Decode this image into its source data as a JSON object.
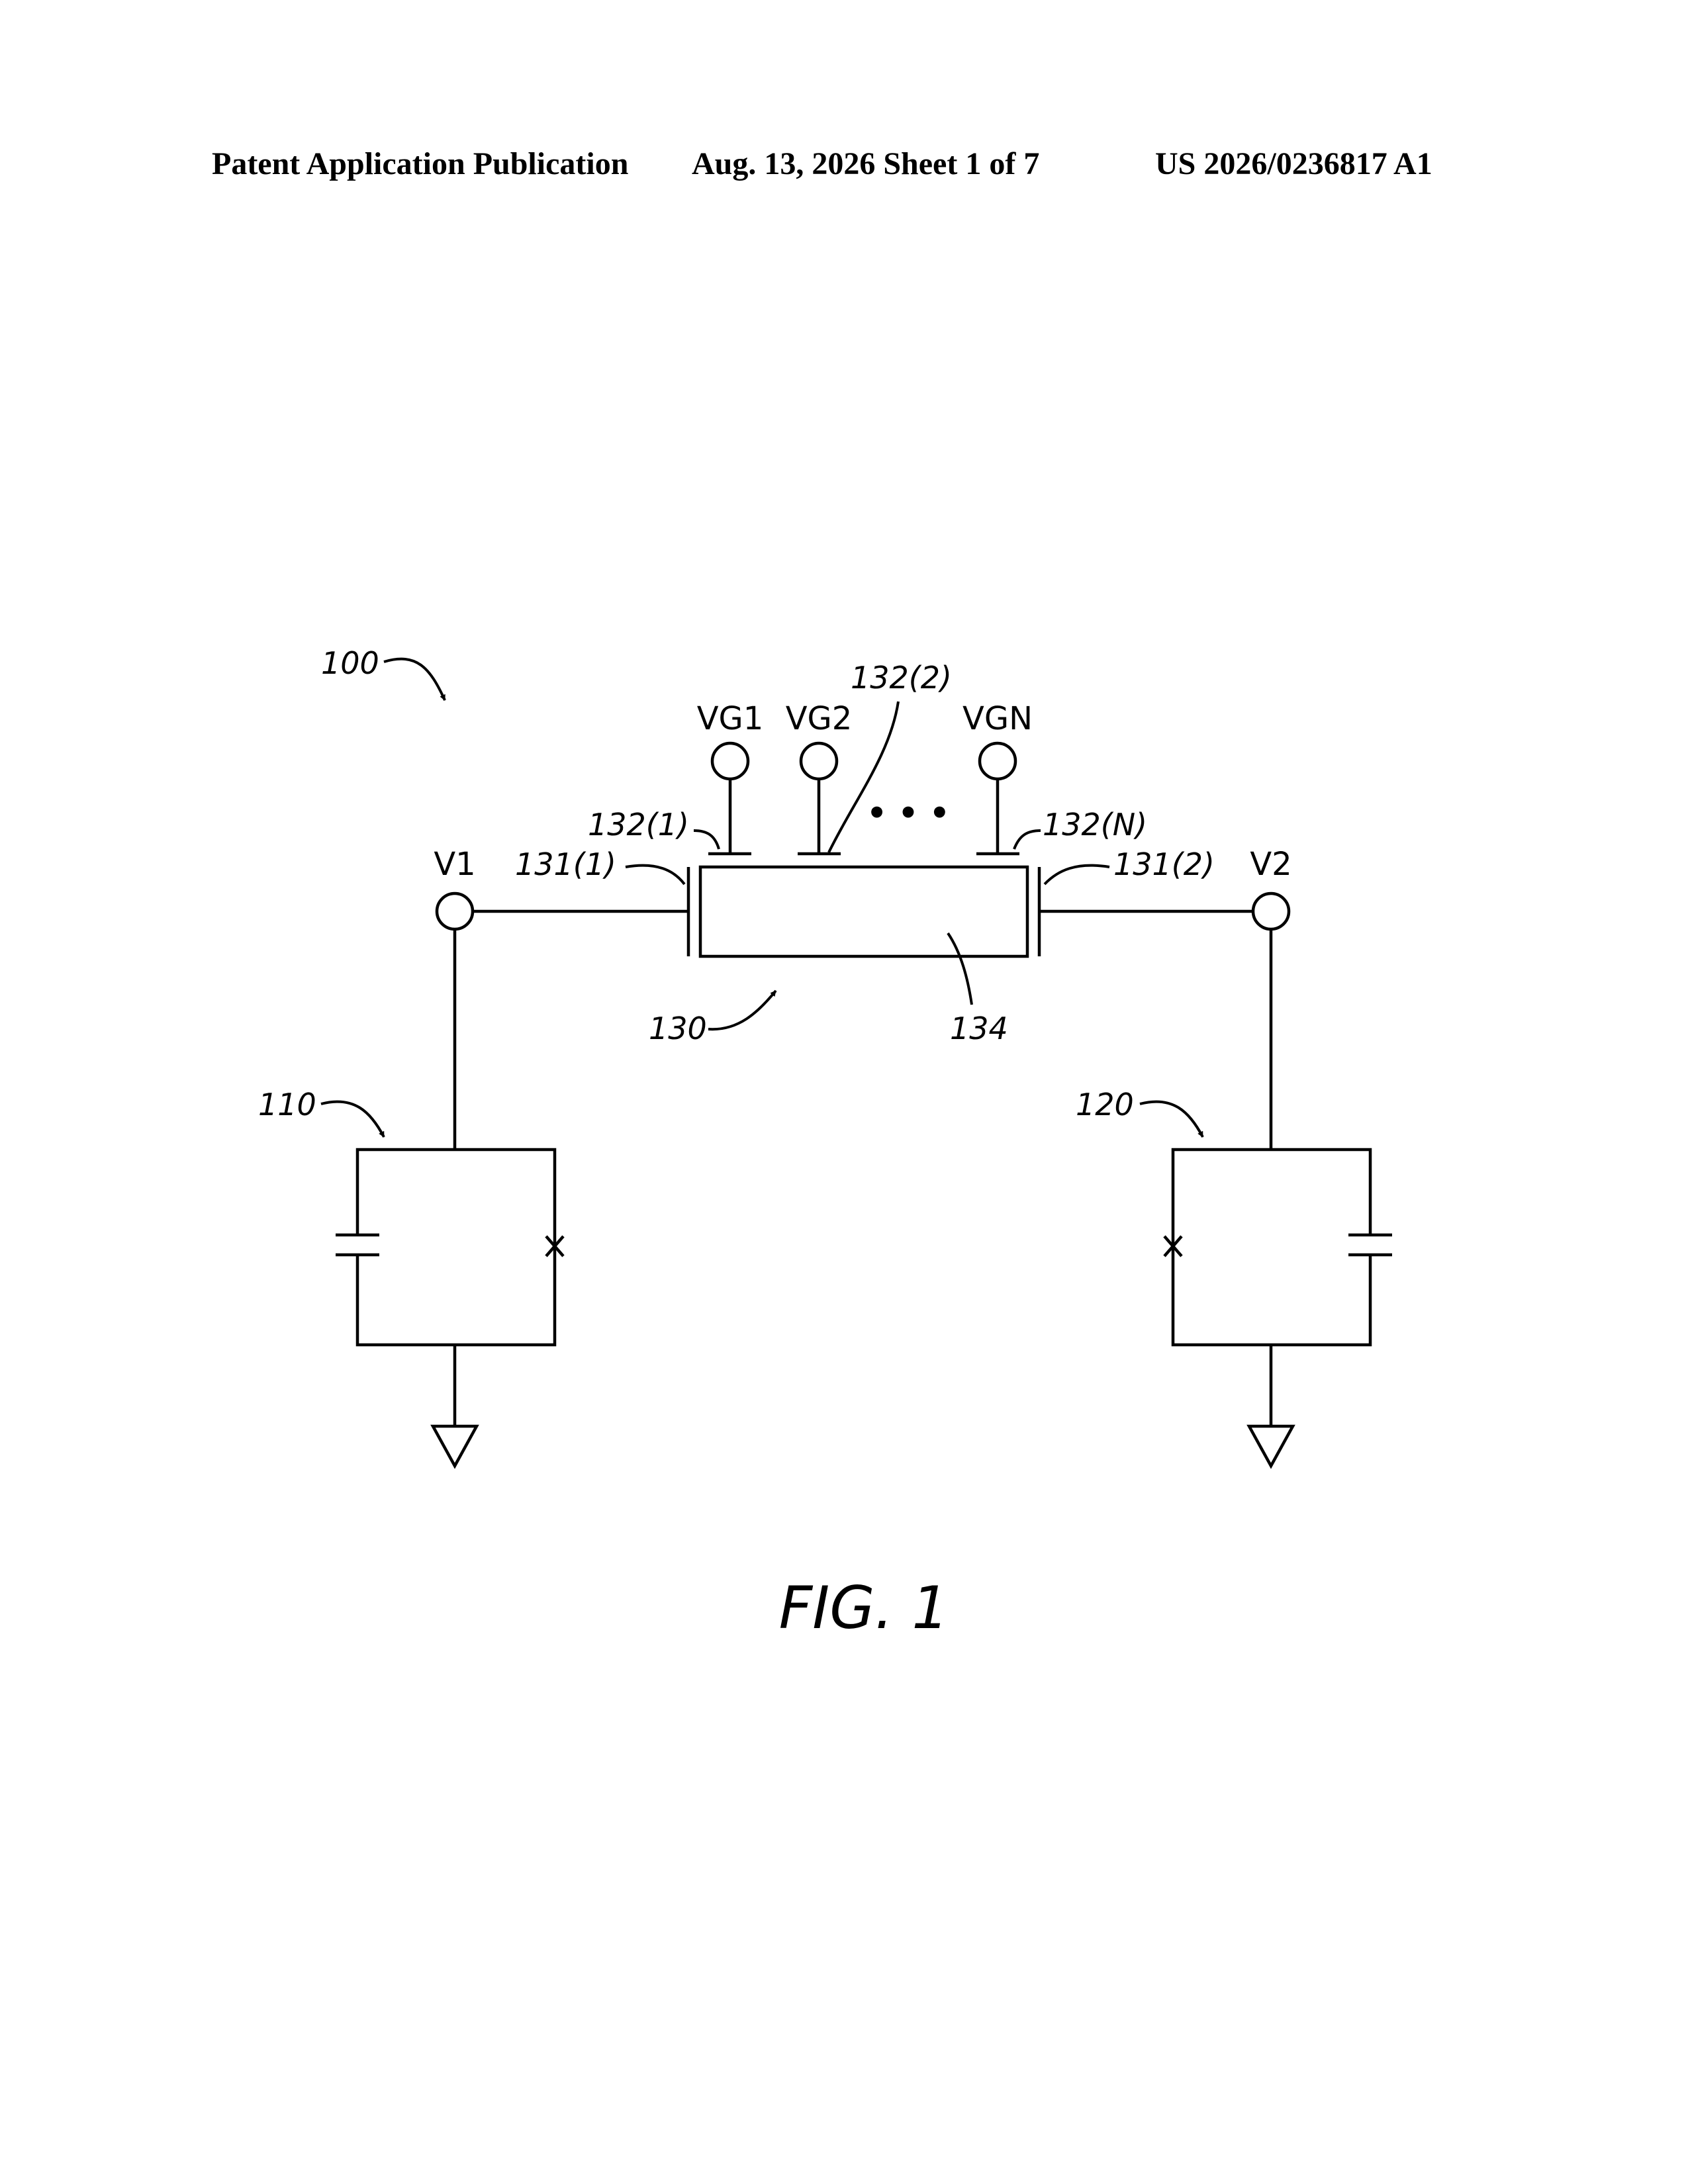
{
  "header": {
    "publication": "Patent Application Publication",
    "date_sheet": "Aug. 13, 2026  Sheet 1 of 7",
    "number": "US 2026/0236817 A1"
  },
  "figure": {
    "caption": "FIG. 1",
    "nodes": {
      "v1": "V1",
      "v2": "V2",
      "vg1": "VG1",
      "vg2": "VG2",
      "vgn": "VGN",
      "ellipsis": "• • •"
    },
    "refs": {
      "system": "100",
      "resonator_left": "110",
      "resonator_right": "120",
      "coupler": "130",
      "channel": "134",
      "gate_1": "132(1)",
      "gate_2": "132(2)",
      "gate_n": "132(N)",
      "contact_1": "131(1)",
      "contact_2": "131(2)"
    }
  }
}
